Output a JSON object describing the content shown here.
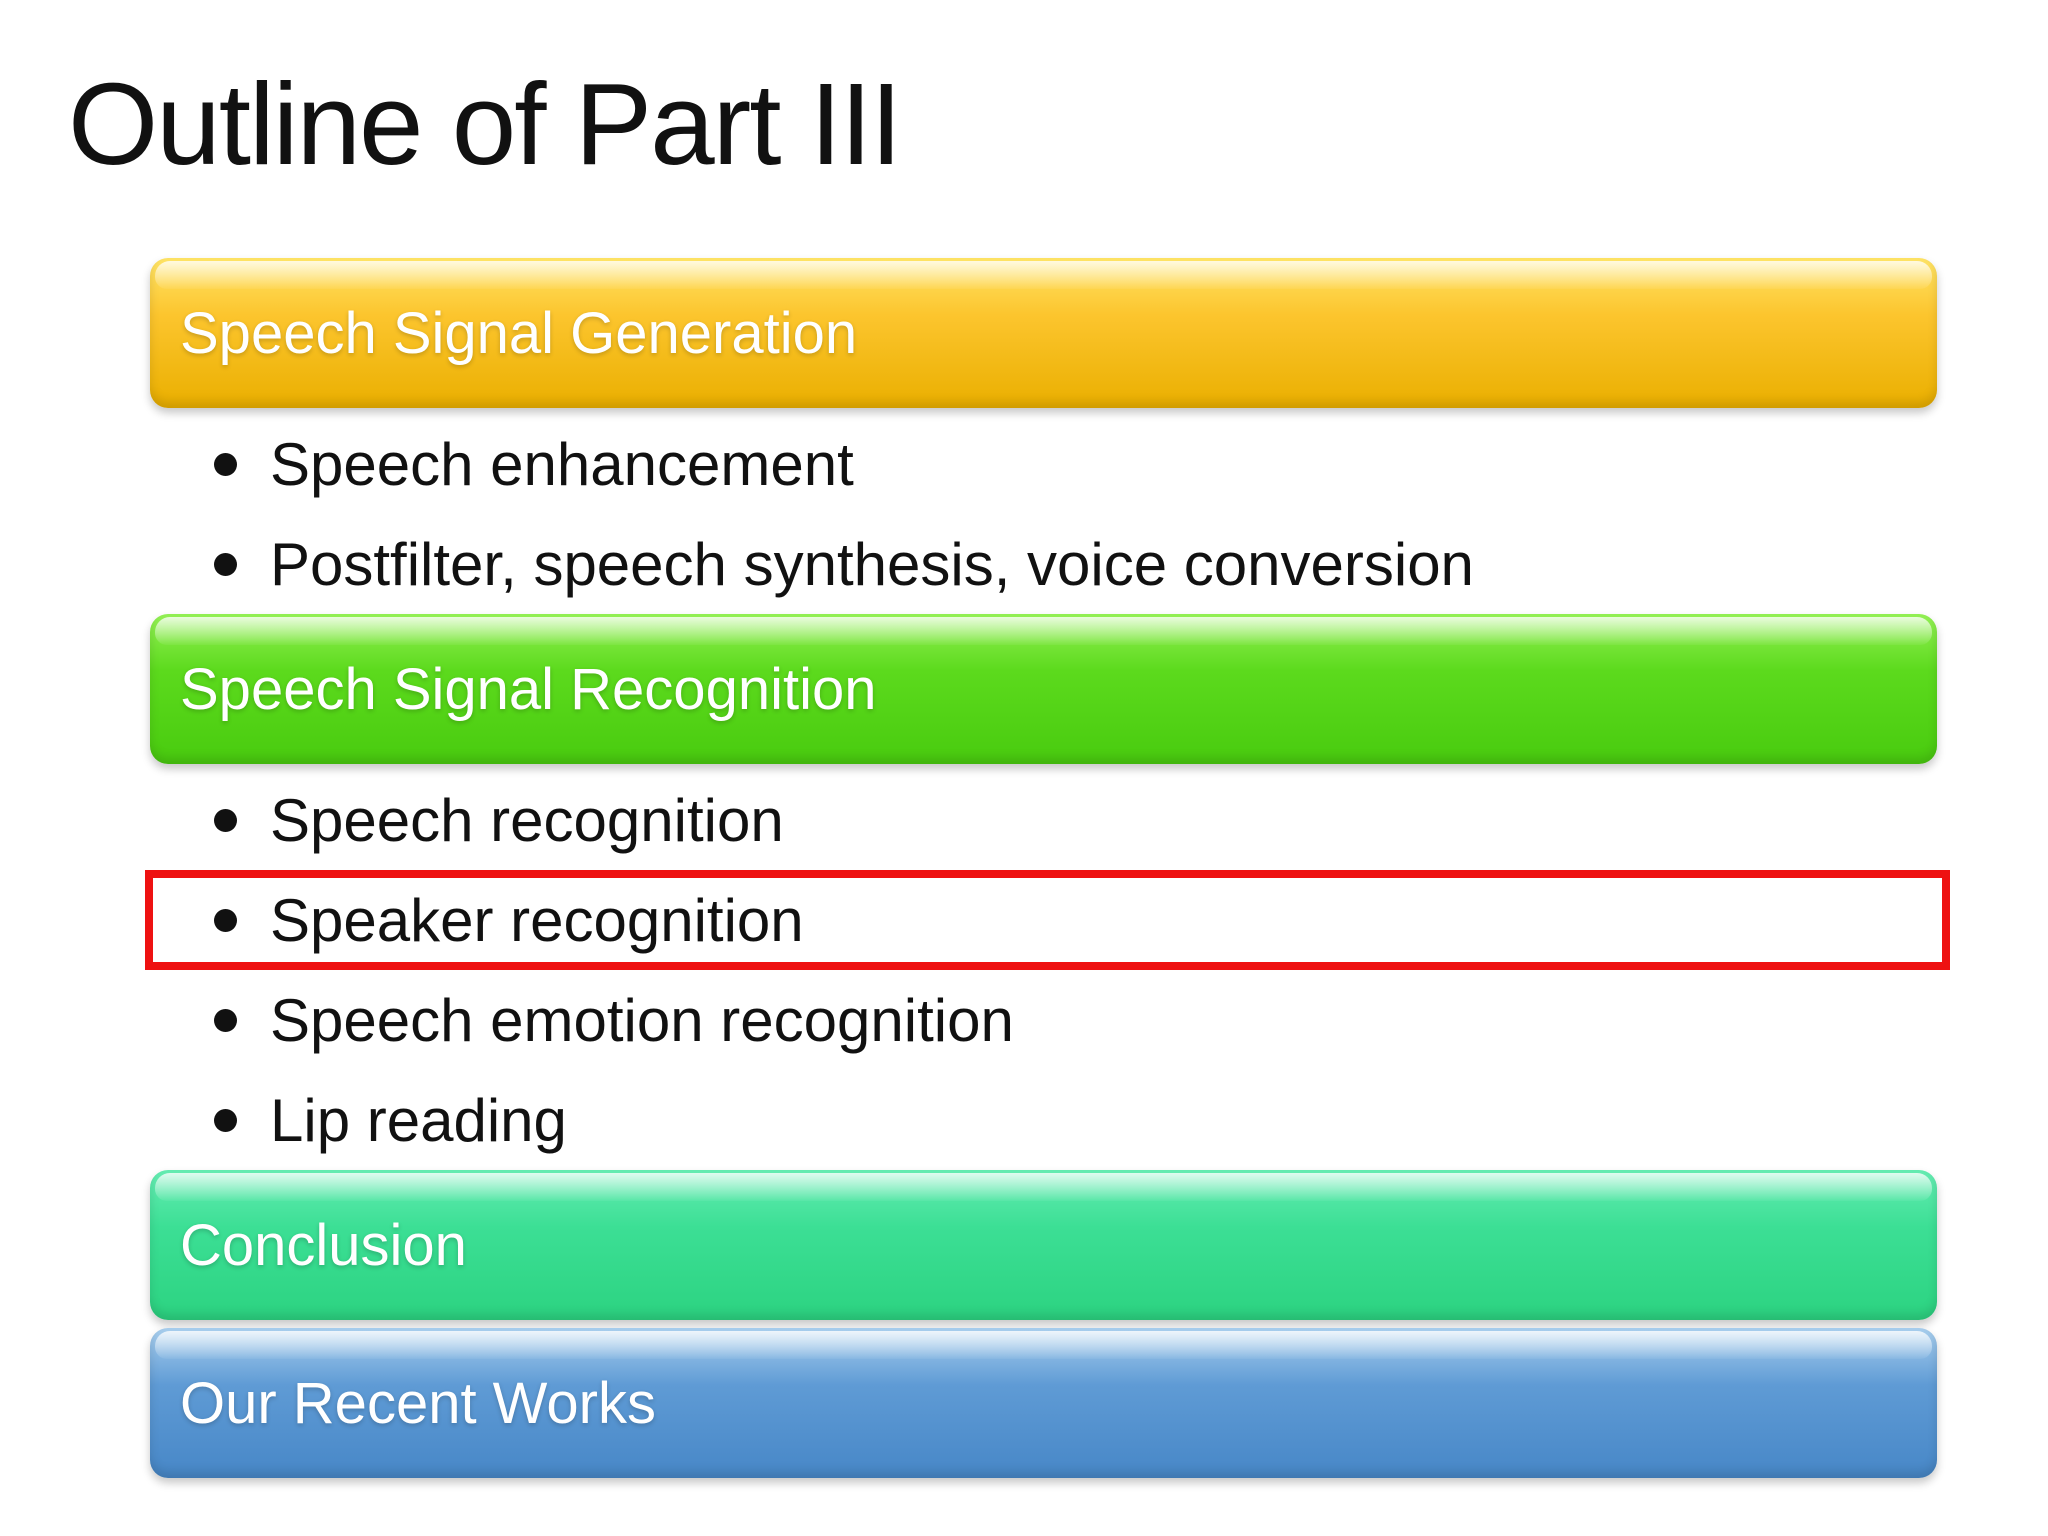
{
  "slide": {
    "title": "Outline of Part III",
    "highlight_color": "#ee1111",
    "outline": [
      {
        "header": {
          "label": "Speech Signal Generation",
          "color_name": "orange",
          "gradient_top": "#ffe466",
          "gradient_mid": "#fcc52e",
          "gradient_bottom": "#eaaf00"
        },
        "bullets": [
          {
            "text": "Speech enhancement",
            "highlighted": false
          },
          {
            "text": "Postfilter, speech synthesis, voice conversion",
            "highlighted": false
          }
        ]
      },
      {
        "header": {
          "label": "Speech Signal Recognition",
          "color_name": "green",
          "gradient_top": "#94f155",
          "gradient_mid": "#5cda1d",
          "gradient_bottom": "#49cb0f"
        },
        "bullets": [
          {
            "text": "Speech recognition",
            "highlighted": false
          },
          {
            "text": "Speaker recognition",
            "highlighted": true
          },
          {
            "text": "Speech emotion recognition",
            "highlighted": false
          },
          {
            "text": "Lip reading",
            "highlighted": false
          }
        ]
      },
      {
        "header": {
          "label": "Conclusion",
          "color_name": "teal",
          "gradient_top": "#66edb3",
          "gradient_mid": "#3cdf95",
          "gradient_bottom": "#2cd381"
        },
        "bullets": []
      },
      {
        "header": {
          "label": "Our Recent Works",
          "color_name": "blue",
          "gradient_top": "#a9cfee",
          "gradient_mid": "#5f9bd5",
          "gradient_bottom": "#4787c7"
        },
        "bullets": []
      }
    ]
  }
}
